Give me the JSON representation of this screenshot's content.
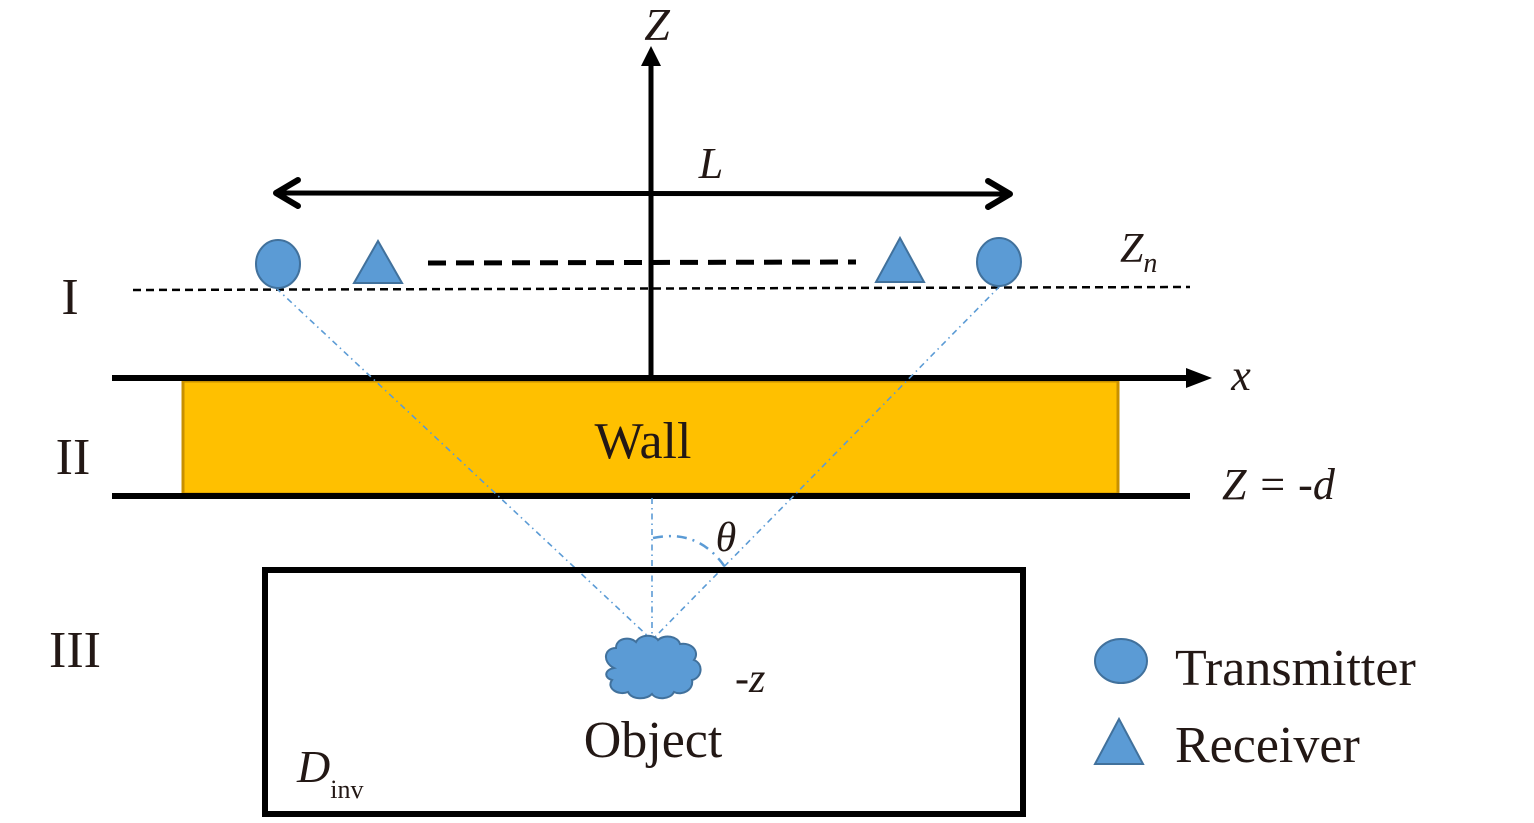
{
  "diagram": {
    "title": "Through-wall imaging geometry",
    "axes": {
      "vertical_label": "Z",
      "horizontal_label": "x"
    },
    "regions": [
      {
        "id": "I",
        "label": "I"
      },
      {
        "id": "II",
        "label": "II"
      },
      {
        "id": "III",
        "label": "III"
      }
    ],
    "aperture": {
      "length_label": "L",
      "height_label_base": "Z",
      "height_label_sub": "n"
    },
    "wall": {
      "label": "Wall",
      "boundary_label": "Z = -d",
      "fill_color": "#FFC000",
      "edge_color": "#C89000"
    },
    "object": {
      "label": "Object",
      "depth_label": "-z",
      "angle_label": "θ",
      "color": "#5B9BD5"
    },
    "domain": {
      "label_base": "D",
      "label_sub": "inv"
    },
    "antennas": [
      {
        "type": "transmitter",
        "side": "left"
      },
      {
        "type": "receiver",
        "side": "left"
      },
      {
        "type": "receiver",
        "side": "right"
      },
      {
        "type": "transmitter",
        "side": "right"
      }
    ],
    "legend": [
      {
        "symbol": "circle",
        "label": "Transmitter"
      },
      {
        "symbol": "triangle",
        "label": "Receiver"
      }
    ],
    "colors": {
      "marker_fill": "#5B9BD5",
      "marker_stroke": "#41719C",
      "ray_color": "#5B9BD5",
      "line_color": "#000000"
    }
  }
}
